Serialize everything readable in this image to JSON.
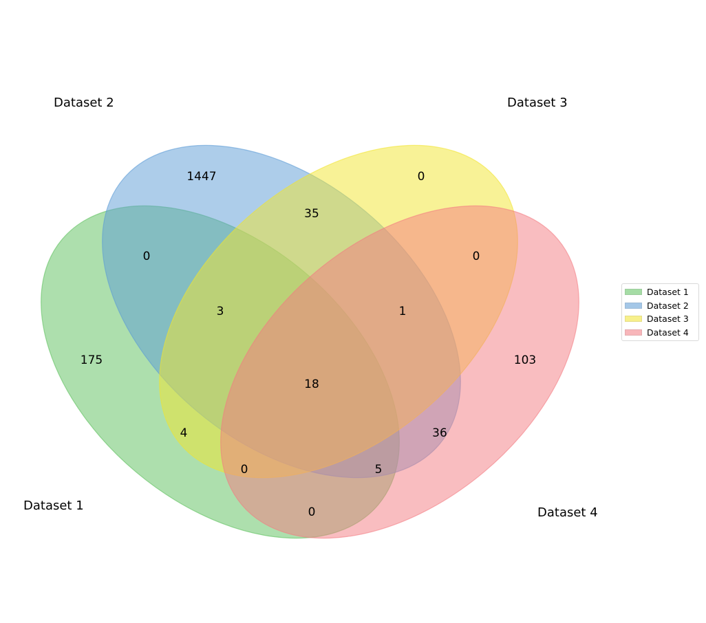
{
  "sets": [
    {
      "name": "Dataset 1",
      "color": "#5cc05c"
    },
    {
      "name": "Dataset 2",
      "color": "#5b9bd5"
    },
    {
      "name": "Dataset 3",
      "color": "#f2e52e"
    },
    {
      "name": "Dataset 4",
      "color": "#f47c82"
    }
  ],
  "regions": {
    "only_2": "1447",
    "only_3": "0",
    "d2_d3": "35",
    "d1_d2": "0",
    "d3_d4": "0",
    "d1_d2_d3": "3",
    "d2_d3_d4": "1",
    "only_1": "175",
    "only_4": "103",
    "all": "18",
    "d1_d3": "4",
    "d2_d4": "36",
    "d1_d3_d4": "0",
    "d1_d2_d4": "5",
    "d1_d4": "0"
  }
}
